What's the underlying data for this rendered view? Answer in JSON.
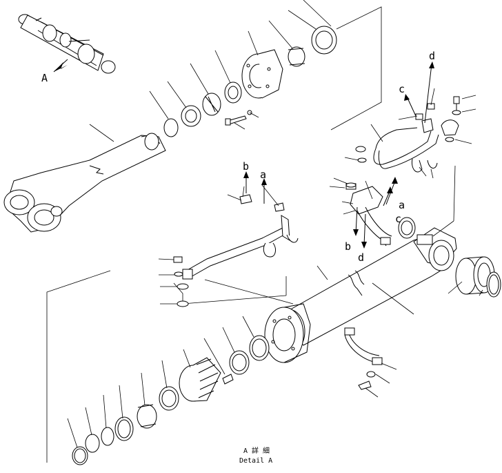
{
  "view_label": "A",
  "callouts": {
    "a1": "a",
    "a2": "a",
    "b1": "b",
    "b2": "b",
    "c1": "c",
    "c2": "c",
    "d1": "d",
    "d2": "d"
  },
  "caption": {
    "line1": "A 詳 細",
    "line2": "Detail A"
  }
}
